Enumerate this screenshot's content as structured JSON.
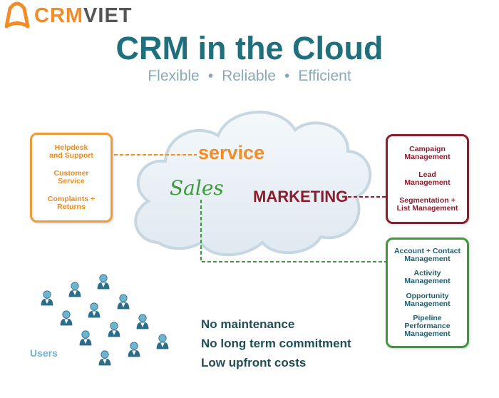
{
  "logo": {
    "brand_part1": "CRM",
    "brand_part2": "VIET"
  },
  "title": "CRM in the Cloud",
  "tagline": {
    "items": [
      "Flexible",
      "Reliable",
      "Efficient"
    ],
    "separator": "•"
  },
  "cloud": {
    "service": "service",
    "sales": "Sales",
    "marketing": "MARKETING"
  },
  "service_box": {
    "items": [
      "Helpdesk\nand Support",
      "Customer\nService",
      "Complaints +\nReturns"
    ],
    "border_color": "#f29a36"
  },
  "marketing_box": {
    "items": [
      "Campaign\nManagement",
      "Lead\nManagement",
      "Segmentation +\nList Management"
    ],
    "border_color": "#8e1c2d"
  },
  "sales_box": {
    "items": [
      "Account + Contact\nManagement",
      "Activity\nManagement",
      "Opportunity\nManagement",
      "Pipeline\nPerformance\nManagement"
    ],
    "border_color": "#3c9a3a"
  },
  "benefits": [
    "No maintenance",
    "No long term commitment",
    "Low upfront costs"
  ],
  "users_label": "Users",
  "colors": {
    "teal": "#1f6f7d",
    "orange": "#f28c28",
    "maroon": "#8e1c2d",
    "green": "#3c9a3a",
    "user_blue": "#6fb4cf"
  }
}
